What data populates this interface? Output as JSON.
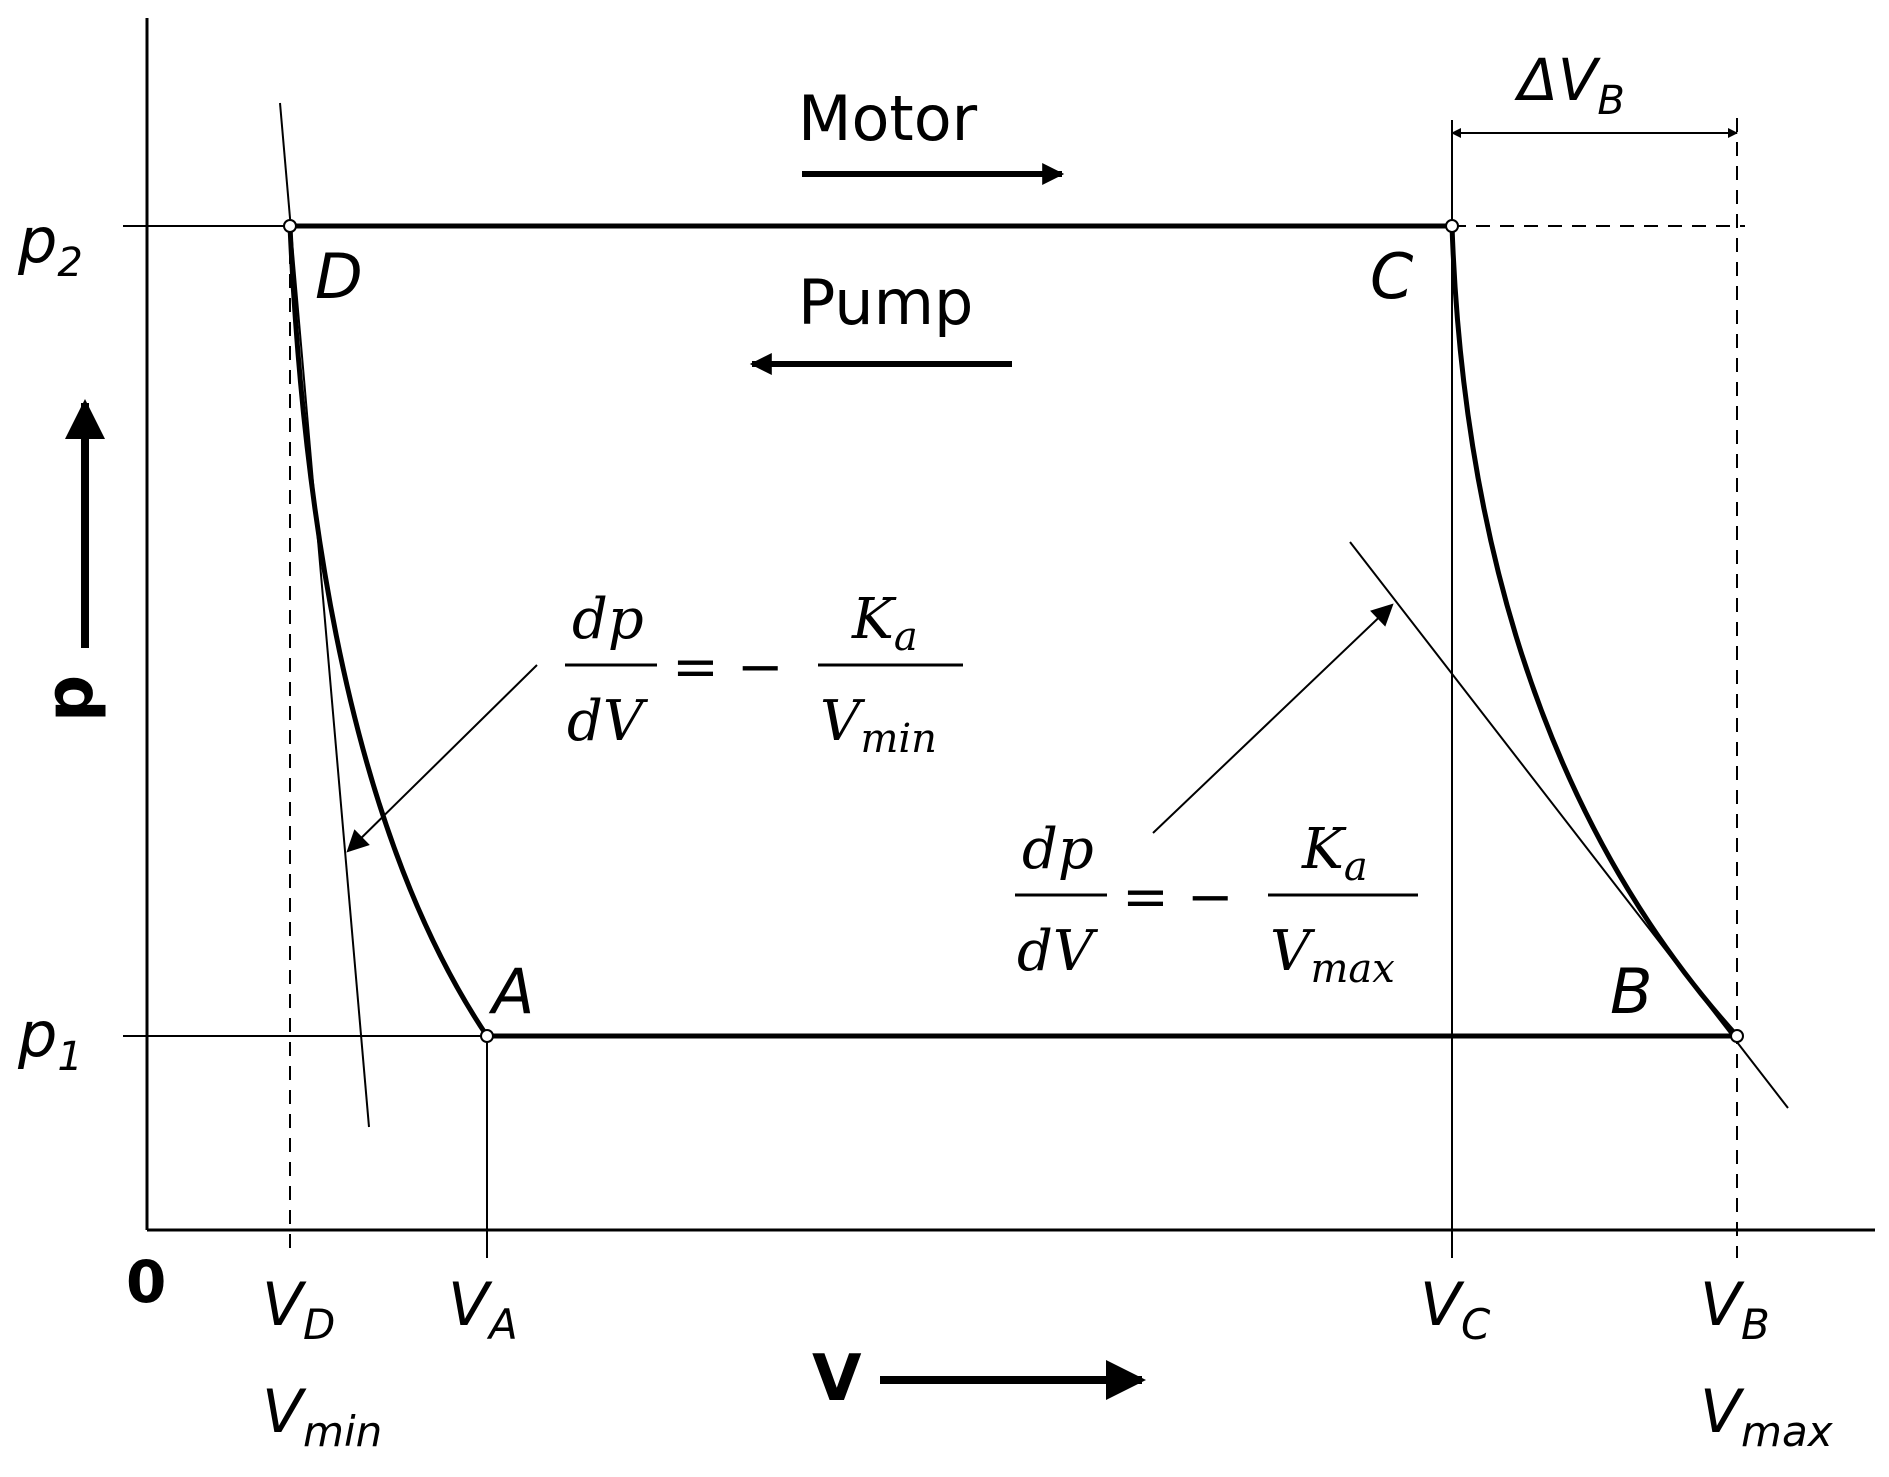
{
  "axes": {
    "origin": "0",
    "x_axis_letter": "V",
    "y_axis_letter": "p"
  },
  "pressure_levels": [
    {
      "base": "p",
      "sub": "2"
    },
    {
      "base": "p",
      "sub": "1"
    }
  ],
  "volume_ticks": {
    "D": {
      "base": "V",
      "sub": "D",
      "alt_base": "V",
      "alt_sub": "min"
    },
    "A": {
      "base": "V",
      "sub": "A"
    },
    "C": {
      "base": "V",
      "sub": "C"
    },
    "B": {
      "base": "V",
      "sub": "B",
      "alt_base": "V",
      "alt_sub": "max"
    }
  },
  "points": {
    "A": "A",
    "B": "B",
    "C": "C",
    "D": "D"
  },
  "flow_labels": {
    "motor": "Motor",
    "pump": "Pump"
  },
  "delta_label": {
    "prefix": "Δ",
    "base": "V",
    "sub": "B"
  },
  "slope_min": {
    "num": "dp",
    "den": "dV",
    "eq": "= −",
    "rhs_num_base": "K",
    "rhs_num_sub": "a",
    "rhs_den_base": "V",
    "rhs_den_sub": "min"
  },
  "slope_max": {
    "num": "dp",
    "den": "dV",
    "eq": "= −",
    "rhs_num_base": "K",
    "rhs_num_sub": "a",
    "rhs_den_base": "V",
    "rhs_den_sub": "max"
  },
  "colors": {
    "ink": "#000000",
    "background": "#ffffff"
  }
}
